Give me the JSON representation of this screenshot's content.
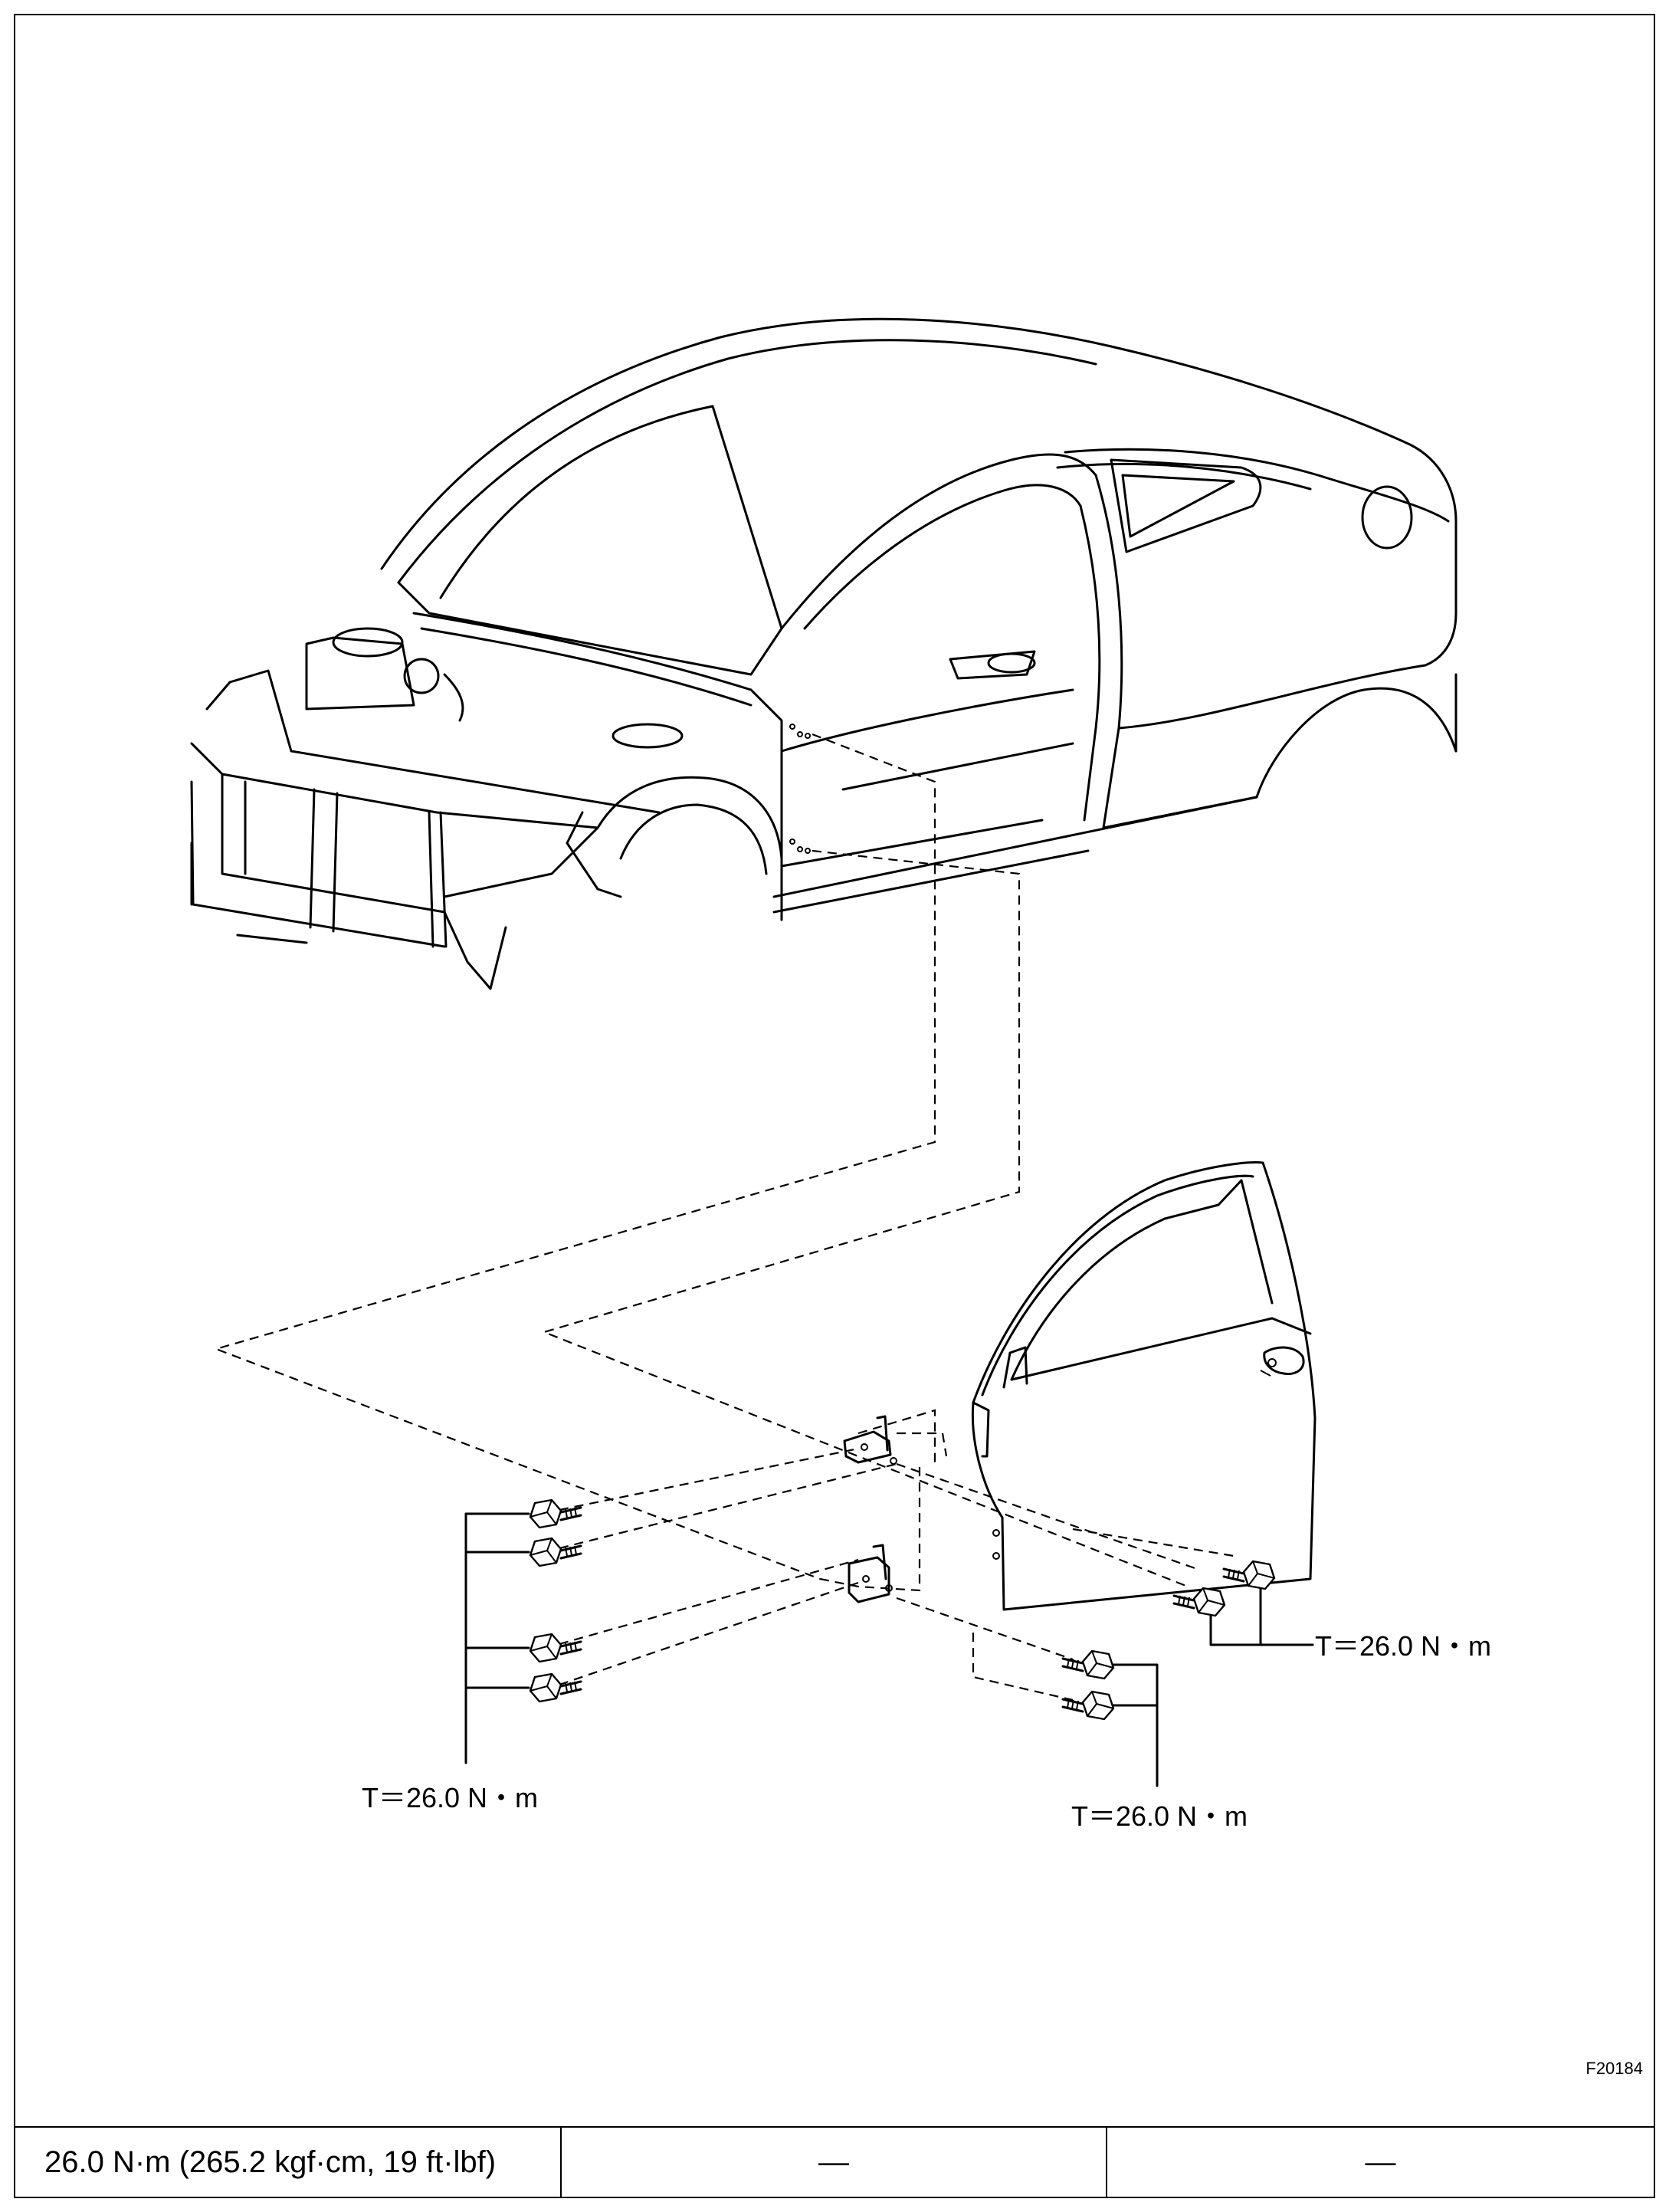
{
  "figure_id": "F20184",
  "callouts": [
    {
      "text": "T＝26.0 N・m"
    },
    {
      "text": "T＝26.0 N・m"
    },
    {
      "text": "T＝26.0 N・m"
    }
  ],
  "spec_table": {
    "cells": [
      "26.0 N·m (265.2 kgf·cm, 19 ft·lbf)",
      "—",
      "—"
    ]
  },
  "colors": {
    "line": "#000000",
    "background": "#ffffff"
  }
}
